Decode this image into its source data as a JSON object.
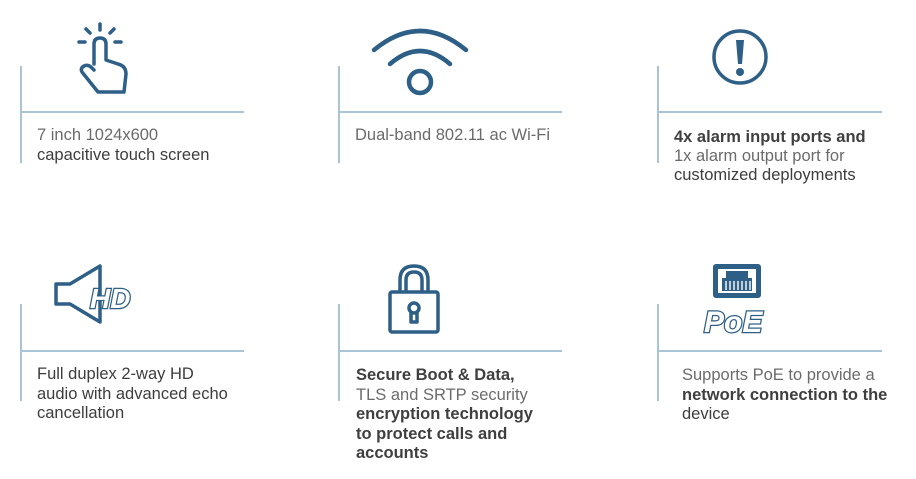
{
  "features": [
    {
      "icon": "touch-hand-icon",
      "lines": [
        "7 inch 1024x600",
        "capacitive touch screen"
      ]
    },
    {
      "icon": "wifi-icon",
      "lines": [
        "Dual-band 802.11 ac Wi-Fi"
      ]
    },
    {
      "icon": "alarm-exclamation-icon",
      "lines": [
        "4x alarm input ports and",
        "1x alarm output port for",
        "customized deployments"
      ]
    },
    {
      "icon": "hd-speaker-icon",
      "icon_text": "HD",
      "lines": [
        "Full duplex 2-way HD",
        "audio with advanced echo",
        "cancellation"
      ]
    },
    {
      "icon": "padlock-icon",
      "lines": [
        "Secure Boot & Data,",
        "TLS and SRTP security",
        "encryption technology",
        "to protect calls and",
        "accounts"
      ]
    },
    {
      "icon": "poe-port-icon",
      "icon_text": "PoE",
      "lines": [
        "Supports PoE to provide a",
        "network connection to the",
        "device"
      ]
    }
  ],
  "colors": {
    "icon_stroke": "#2e5f86",
    "divider": "#a9c4d6",
    "text": "#4a4a4a"
  }
}
